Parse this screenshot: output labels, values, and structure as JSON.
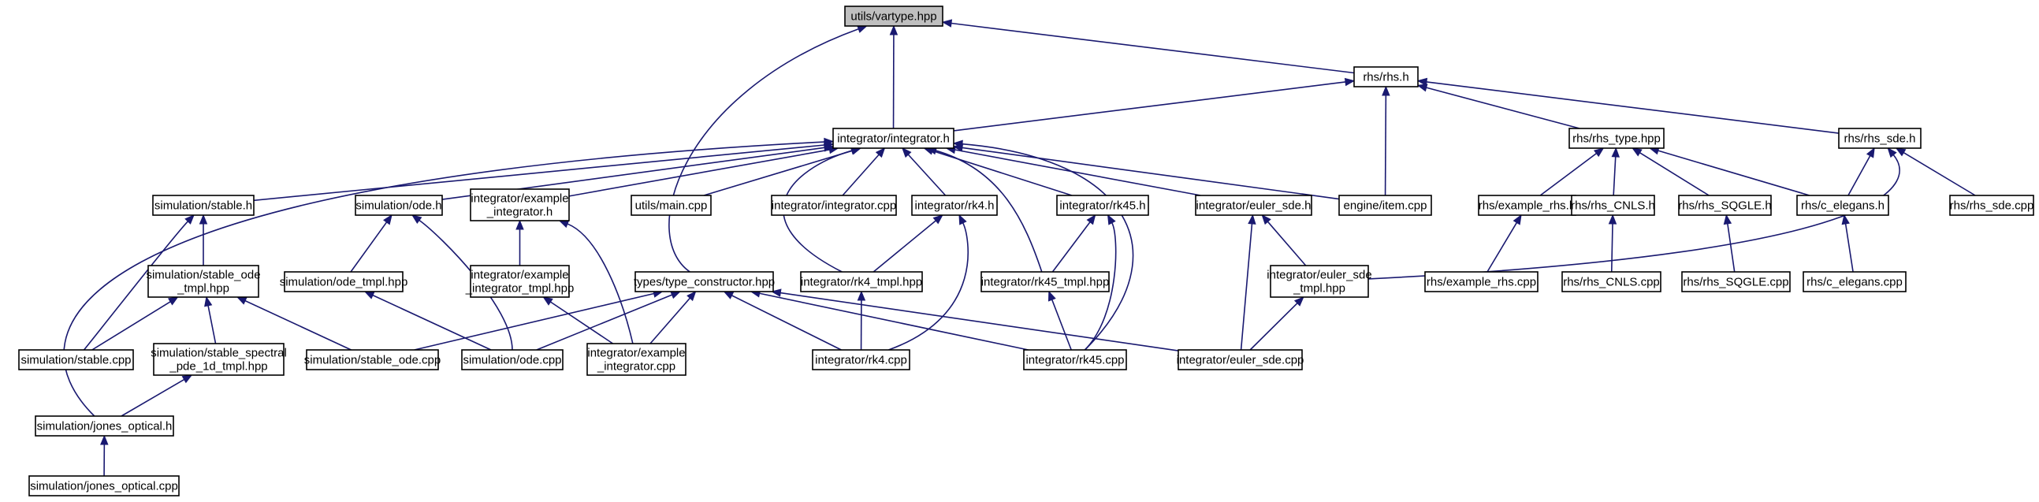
{
  "diagram": {
    "title": "",
    "colors": {
      "edge": "#191970",
      "root_fill": "#bfbfbf",
      "node_fill": "#ffffff",
      "border": "#000000"
    },
    "nodes": [
      {
        "id": "vartype",
        "lines": [
          "utils/vartype.hpp"
        ],
        "root": true
      },
      {
        "id": "rhs",
        "lines": [
          "rhs/rhs.h"
        ]
      },
      {
        "id": "integrator",
        "lines": [
          "integrator/integrator.h"
        ]
      },
      {
        "id": "rhs_type",
        "lines": [
          "rhs/rhs_type.hpp"
        ]
      },
      {
        "id": "rhs_sde",
        "lines": [
          "rhs/rhs_sde.h"
        ]
      },
      {
        "id": "stable_h",
        "lines": [
          "simulation/stable.h"
        ]
      },
      {
        "id": "ode_h",
        "lines": [
          "simulation/ode.h"
        ]
      },
      {
        "id": "example_integrator_h",
        "lines": [
          "integrator/example",
          "_integrator.h"
        ]
      },
      {
        "id": "main_cpp",
        "lines": [
          "utils/main.cpp"
        ]
      },
      {
        "id": "integrator_cpp",
        "lines": [
          "integrator/integrator.cpp"
        ]
      },
      {
        "id": "rk4_h",
        "lines": [
          "integrator/rk4.h"
        ]
      },
      {
        "id": "rk45_h",
        "lines": [
          "integrator/rk45.h"
        ]
      },
      {
        "id": "euler_sde_h",
        "lines": [
          "integrator/euler_sde.h"
        ]
      },
      {
        "id": "item_cpp",
        "lines": [
          "engine/item.cpp"
        ]
      },
      {
        "id": "example_rhs_h",
        "lines": [
          "rhs/example_rhs.h"
        ]
      },
      {
        "id": "rhs_cnls_h",
        "lines": [
          "rhs/rhs_CNLS.h"
        ]
      },
      {
        "id": "rhs_sqgle_h",
        "lines": [
          "rhs/rhs_SQGLE.h"
        ]
      },
      {
        "id": "c_elegans_h",
        "lines": [
          "rhs/c_elegans.h"
        ]
      },
      {
        "id": "rhs_sde_cpp",
        "lines": [
          "rhs/rhs_sde.cpp"
        ]
      },
      {
        "id": "stable_ode_tmpl",
        "lines": [
          "simulation/stable_ode",
          "_tmpl.hpp"
        ]
      },
      {
        "id": "ode_tmpl",
        "lines": [
          "simulation/ode_tmpl.hpp"
        ]
      },
      {
        "id": "example_integrator_tmpl",
        "lines": [
          "integrator/example",
          "_integrator_tmpl.hpp"
        ]
      },
      {
        "id": "type_constructor",
        "lines": [
          "types/type_constructor.hpp"
        ]
      },
      {
        "id": "rk4_tmpl",
        "lines": [
          "integrator/rk4_tmpl.hpp"
        ]
      },
      {
        "id": "rk45_tmpl",
        "lines": [
          "integrator/rk45_tmpl.hpp"
        ]
      },
      {
        "id": "euler_sde_tmpl",
        "lines": [
          "integrator/euler_sde",
          "_tmpl.hpp"
        ]
      },
      {
        "id": "example_rhs_cpp",
        "lines": [
          "rhs/example_rhs.cpp"
        ]
      },
      {
        "id": "rhs_cnls_cpp",
        "lines": [
          "rhs/rhs_CNLS.cpp"
        ]
      },
      {
        "id": "rhs_sqgle_cpp",
        "lines": [
          "rhs/rhs_SQGLE.cpp"
        ]
      },
      {
        "id": "c_elegans_cpp",
        "lines": [
          "rhs/c_elegans.cpp"
        ]
      },
      {
        "id": "stable_cpp",
        "lines": [
          "simulation/stable.cpp"
        ]
      },
      {
        "id": "stable_spectral",
        "lines": [
          "simulation/stable_spectral",
          "_pde_1d_tmpl.hpp"
        ]
      },
      {
        "id": "stable_ode_cpp",
        "lines": [
          "simulation/stable_ode.cpp"
        ]
      },
      {
        "id": "ode_cpp",
        "lines": [
          "simulation/ode.cpp"
        ]
      },
      {
        "id": "example_integrator_cpp",
        "lines": [
          "integrator/example",
          "_integrator.cpp"
        ]
      },
      {
        "id": "rk4_cpp",
        "lines": [
          "integrator/rk4.cpp"
        ]
      },
      {
        "id": "rk45_cpp",
        "lines": [
          "integrator/rk45.cpp"
        ]
      },
      {
        "id": "euler_sde_cpp",
        "lines": [
          "integrator/euler_sde.cpp"
        ]
      },
      {
        "id": "jones_h",
        "lines": [
          "simulation/jones_optical.h"
        ]
      },
      {
        "id": "jones_cpp",
        "lines": [
          "simulation/jones_optical.cpp"
        ]
      }
    ],
    "edges": [
      {
        "from": "rhs",
        "to": "vartype"
      },
      {
        "from": "integrator",
        "to": "vartype"
      },
      {
        "from": "type_constructor",
        "to": "vartype"
      },
      {
        "from": "integrator",
        "to": "rhs"
      },
      {
        "from": "item_cpp",
        "to": "rhs"
      },
      {
        "from": "rhs_type",
        "to": "rhs"
      },
      {
        "from": "rhs_sde",
        "to": "rhs"
      },
      {
        "from": "jones_h",
        "to": "integrator"
      },
      {
        "from": "stable_h",
        "to": "integrator"
      },
      {
        "from": "ode_h",
        "to": "integrator"
      },
      {
        "from": "example_integrator_h",
        "to": "integrator"
      },
      {
        "from": "main_cpp",
        "to": "integrator"
      },
      {
        "from": "integrator_cpp",
        "to": "integrator"
      },
      {
        "from": "rk4_h",
        "to": "integrator"
      },
      {
        "from": "rk45_h",
        "to": "integrator"
      },
      {
        "from": "euler_sde_h",
        "to": "integrator"
      },
      {
        "from": "item_cpp",
        "to": "integrator"
      },
      {
        "from": "rk4_tmpl",
        "to": "integrator"
      },
      {
        "from": "rk45_tmpl",
        "to": "integrator"
      },
      {
        "from": "rk45_cpp",
        "to": "integrator"
      },
      {
        "from": "example_rhs_h",
        "to": "rhs_type"
      },
      {
        "from": "rhs_cnls_h",
        "to": "rhs_type"
      },
      {
        "from": "rhs_sqgle_h",
        "to": "rhs_type"
      },
      {
        "from": "c_elegans_h",
        "to": "rhs_type"
      },
      {
        "from": "c_elegans_h",
        "to": "rhs_sde"
      },
      {
        "from": "euler_sde_tmpl",
        "to": "rhs_sde"
      },
      {
        "from": "rhs_sde_cpp",
        "to": "rhs_sde"
      },
      {
        "from": "stable_ode_tmpl",
        "to": "stable_h"
      },
      {
        "from": "stable_cpp",
        "to": "stable_h"
      },
      {
        "from": "ode_tmpl",
        "to": "ode_h"
      },
      {
        "from": "ode_cpp",
        "to": "ode_h"
      },
      {
        "from": "example_integrator_tmpl",
        "to": "example_integrator_h"
      },
      {
        "from": "example_integrator_cpp",
        "to": "example_integrator_h"
      },
      {
        "from": "rk4_tmpl",
        "to": "rk4_h"
      },
      {
        "from": "rk4_cpp",
        "to": "rk4_h"
      },
      {
        "from": "rk45_tmpl",
        "to": "rk45_h"
      },
      {
        "from": "rk45_cpp",
        "to": "rk45_h"
      },
      {
        "from": "euler_sde_tmpl",
        "to": "euler_sde_h"
      },
      {
        "from": "euler_sde_cpp",
        "to": "euler_sde_h"
      },
      {
        "from": "example_rhs_cpp",
        "to": "example_rhs_h"
      },
      {
        "from": "rhs_cnls_cpp",
        "to": "rhs_cnls_h"
      },
      {
        "from": "rhs_sqgle_cpp",
        "to": "rhs_sqgle_h"
      },
      {
        "from": "c_elegans_cpp",
        "to": "c_elegans_h"
      },
      {
        "from": "stable_cpp",
        "to": "stable_ode_tmpl"
      },
      {
        "from": "stable_spectral",
        "to": "stable_ode_tmpl"
      },
      {
        "from": "stable_ode_cpp",
        "to": "stable_ode_tmpl"
      },
      {
        "from": "ode_cpp",
        "to": "ode_tmpl"
      },
      {
        "from": "example_integrator_cpp",
        "to": "example_integrator_tmpl"
      },
      {
        "from": "stable_ode_cpp",
        "to": "type_constructor"
      },
      {
        "from": "ode_cpp",
        "to": "type_constructor"
      },
      {
        "from": "example_integrator_cpp",
        "to": "type_constructor"
      },
      {
        "from": "rk4_cpp",
        "to": "type_constructor"
      },
      {
        "from": "rk45_cpp",
        "to": "type_constructor"
      },
      {
        "from": "euler_sde_cpp",
        "to": "type_constructor"
      },
      {
        "from": "rk4_cpp",
        "to": "rk4_tmpl"
      },
      {
        "from": "rk45_cpp",
        "to": "rk45_tmpl"
      },
      {
        "from": "euler_sde_cpp",
        "to": "euler_sde_tmpl"
      },
      {
        "from": "jones_h",
        "to": "stable_spectral"
      },
      {
        "from": "jones_cpp",
        "to": "jones_h"
      }
    ]
  }
}
